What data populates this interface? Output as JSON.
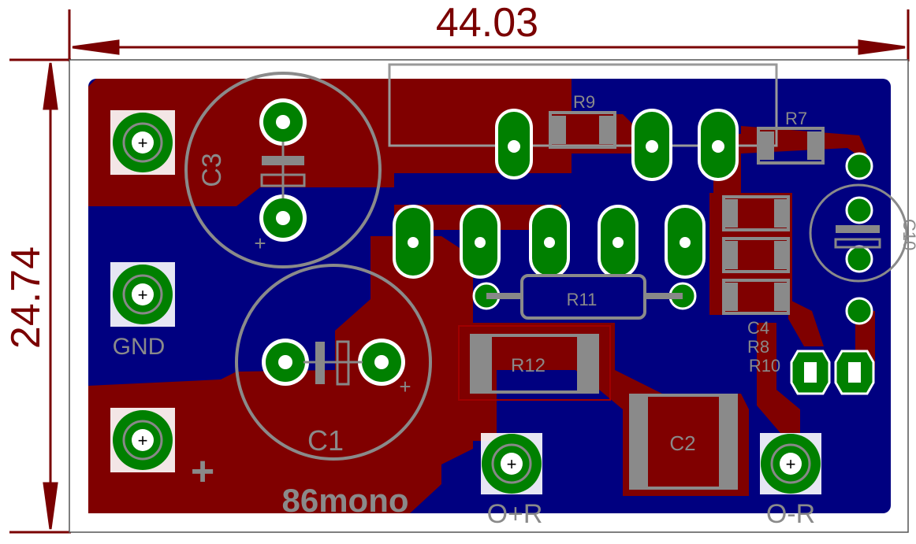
{
  "board": {
    "width_label": "44.03",
    "height_label": "24.74",
    "logo": "86mono"
  },
  "components": {
    "c3": "C3",
    "c1": "C1",
    "c2": "C2",
    "c10": "C10",
    "r9": "R9",
    "r7": "R7",
    "r11": "R11",
    "r12": "R12",
    "c4": "C4",
    "r8": "R8",
    "r10": "R10"
  },
  "labels": {
    "gnd": "GND",
    "out_plus": "O+R",
    "out_minus": "O-R",
    "plus_sign": "+"
  },
  "colors": {
    "top_copper": "#800000",
    "bottom_copper": "#000080",
    "pad": "#008000",
    "silkscreen": "#8a8a8a",
    "dimension": "#7a0000"
  }
}
